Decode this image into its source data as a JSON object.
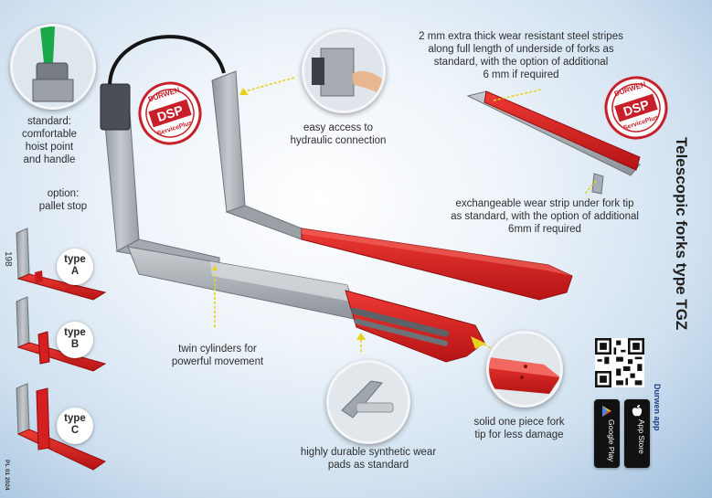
{
  "page": {
    "title": "Telescopic forks type TGZ",
    "page_number": "198",
    "doc_code": "PL 01 2024",
    "app_label": "Durwen app"
  },
  "captions": {
    "hoist": [
      "standard:",
      "comfortable",
      "hoist point",
      "and handle"
    ],
    "pallet_stop": [
      "option:",
      "pallet stop"
    ],
    "hydraulic": [
      "easy access to",
      "hydraulic connection"
    ],
    "steel_stripes": [
      "2 mm extra thick wear resistant steel stripes",
      "along full length of underside of forks as",
      "standard, with the option of additional",
      "6 mm if required"
    ],
    "wear_strip": [
      "exchangeable wear strip under fork tip",
      "as standard, with the option of additional",
      "6mm if required"
    ],
    "cylinders": [
      "twin cylinders for",
      "powerful movement"
    ],
    "wear_pads": [
      "highly durable synthetic wear",
      "pads as standard"
    ],
    "fork_tip": [
      "solid one piece fork",
      "tip for less damage"
    ]
  },
  "types": [
    {
      "word": "type",
      "letter": "A"
    },
    {
      "word": "type",
      "letter": "B"
    },
    {
      "word": "type",
      "letter": "C"
    }
  ],
  "seal": {
    "top": "DURWEN",
    "middle": "DSP",
    "bottom": "ServicePlus"
  },
  "stores": {
    "google": "Google Play",
    "apple": "App Store"
  },
  "colors": {
    "fork_red": "#d42020",
    "fork_grey": "#a7acb2",
    "accent_yellow": "#e7d21f",
    "seal_red": "#c8202a"
  },
  "icons": [
    "google-play-icon",
    "apple-icon",
    "qr-code",
    "dsp-seal"
  ]
}
